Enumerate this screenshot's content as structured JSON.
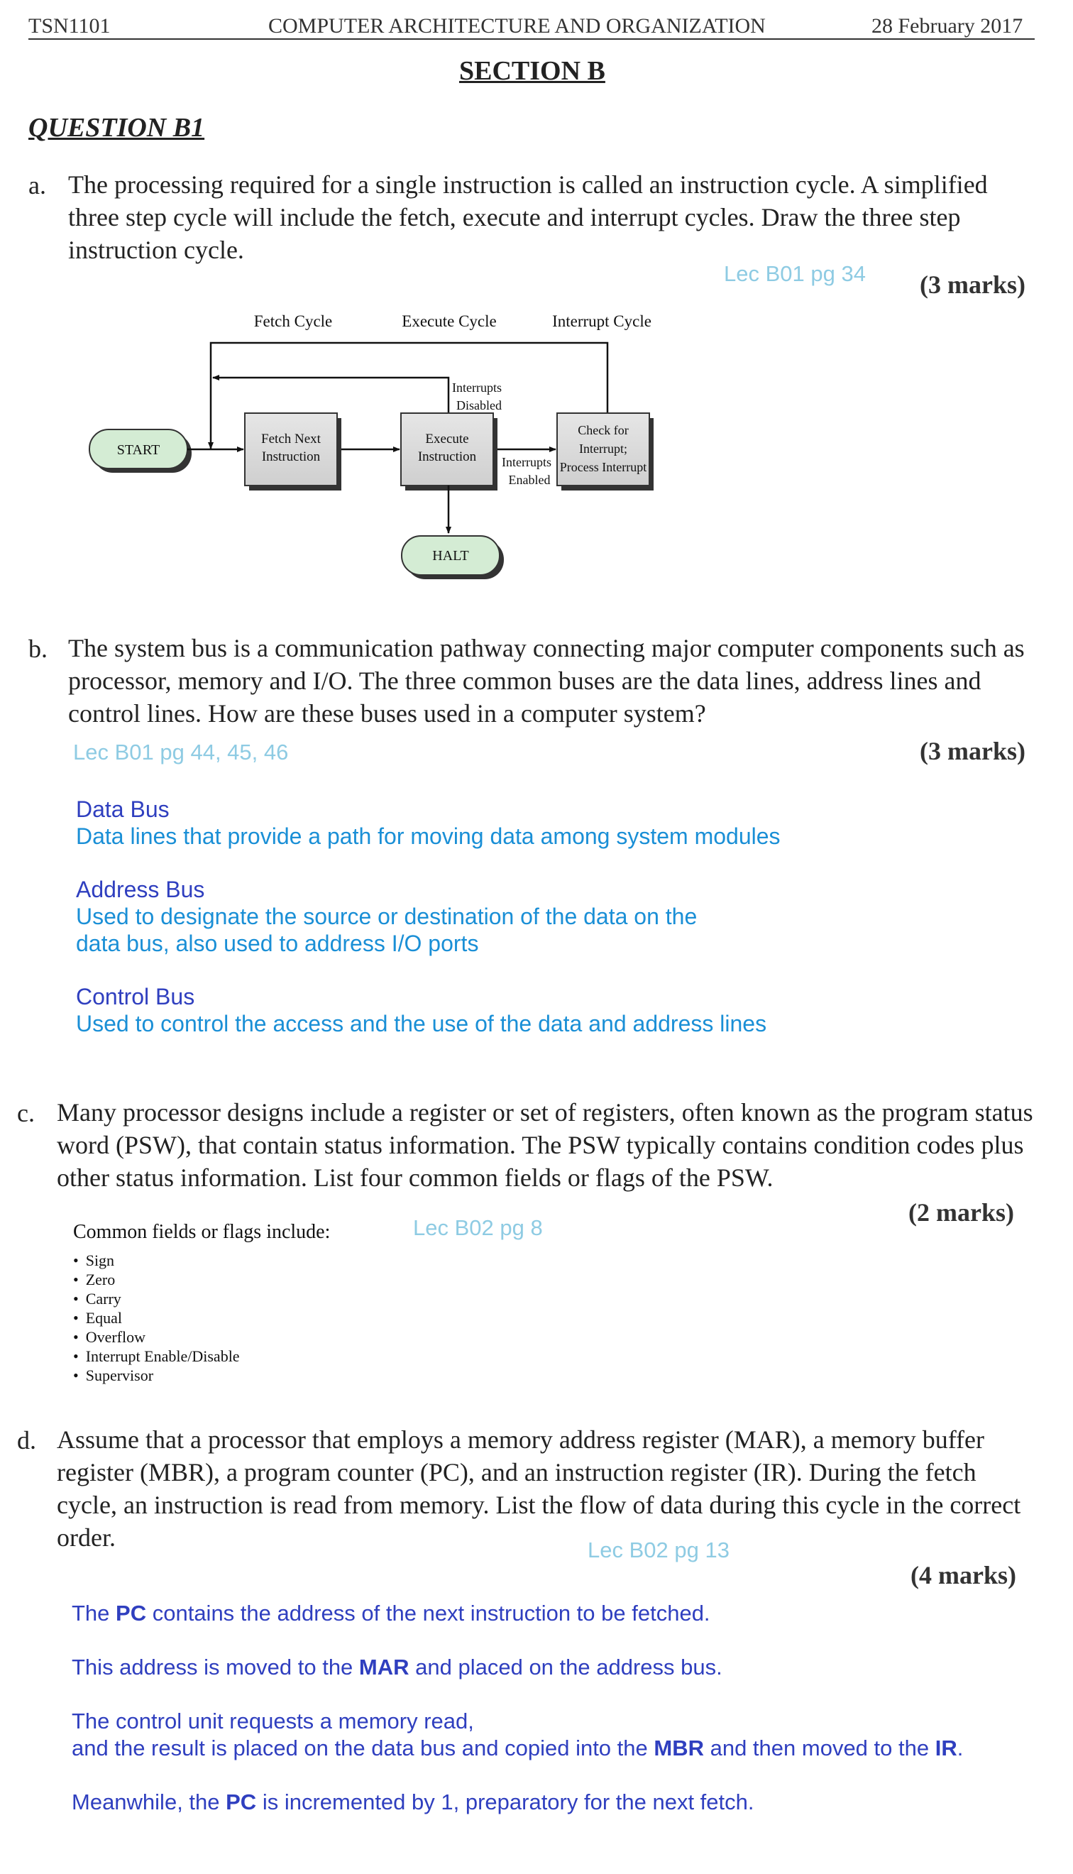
{
  "header": {
    "course_code": "TSN1101",
    "course_title": "COMPUTER ARCHITECTURE AND ORGANIZATION",
    "date": "28 February 2017"
  },
  "section_title": "SECTION B",
  "question_title": "QUESTION B1",
  "part_a": {
    "letter": "a.",
    "text": "The processing required for a single instruction is called an instruction cycle. A simplified three step cycle will include the fetch, execute and interrupt cycles. Draw the three step instruction cycle.",
    "ref": "Lec B01 pg 34",
    "marks": "(3 marks)",
    "diagram": {
      "fetch_cycle_label": "Fetch Cycle",
      "execute_cycle_label": "Execute Cycle",
      "interrupt_cycle_label": "Interrupt Cycle",
      "start": "START",
      "fetch_box_line1": "Fetch Next",
      "fetch_box_line2": "Instruction",
      "execute_box_line1": "Execute",
      "execute_box_line2": "Instruction",
      "check_box_line1": "Check for",
      "check_box_line2": "Interrupt;",
      "check_box_line3": "Process Interrupt",
      "halt": "HALT",
      "interrupts_disabled_1": "Interrupts",
      "interrupts_disabled_2": "Disabled",
      "interrupts_enabled_1": "Interrupts",
      "interrupts_enabled_2": "Enabled"
    }
  },
  "part_b": {
    "letter": "b.",
    "text": "The system bus is a communication pathway connecting major computer components such as processor, memory and I/O.  The three common buses are the data lines, address lines and control lines. How are these buses used in a computer system?",
    "ref": "Lec B01 pg 44, 45, 46",
    "marks": "(3 marks)",
    "answers": [
      {
        "head": "Data Bus",
        "body": "Data lines that provide a path for moving data among system modules"
      },
      {
        "head": "Address Bus",
        "body": "Used to designate the source or destination of the data on the data bus, also used to address I/O ports"
      },
      {
        "head": "Control Bus",
        "body": "Used to control the access and the use of the data and address lines"
      }
    ]
  },
  "part_c": {
    "letter": "c.",
    "text": "Many processor designs include a register or set of registers, often known as the program status word (PSW), that contain status information. The PSW typically contains condition codes plus other status information. List four common fields or flags of the PSW.",
    "ref": "Lec B02 pg 8",
    "marks": "(2 marks)",
    "flags_head": "Common fields or flags include:",
    "flags": [
      "Sign",
      "Zero",
      "Carry",
      "Equal",
      "Overflow",
      "Interrupt Enable/Disable",
      "Supervisor"
    ]
  },
  "part_d": {
    "letter": "d.",
    "text": "Assume that a processor that employs a memory address register (MAR), a memory buffer register (MBR), a program counter (PC), and an instruction register (IR). During the fetch cycle, an instruction is read from memory. List the flow of data during this cycle in the correct order.",
    "ref": "Lec B02 pg 13",
    "marks": "(4 marks)",
    "steps": {
      "s1_pre": "The ",
      "s1_b1": "PC",
      "s1_post": " contains the address of the next instruction to be fetched.",
      "s2_pre": "This address is moved to the ",
      "s2_b1": "MAR",
      "s2_post": " and placed on the address bus.",
      "s3_line1": "The control unit requests a memory read,",
      "s3_pre": "and the result is placed on the data bus and copied into the ",
      "s3_b1": "MBR",
      "s3_mid": " and then moved to the ",
      "s3_b2": "IR",
      "s3_post": ".",
      "s4_pre": "Meanwhile, the ",
      "s4_b1": "PC",
      "s4_post": " is incremented by 1, preparatory for the next fetch."
    }
  }
}
